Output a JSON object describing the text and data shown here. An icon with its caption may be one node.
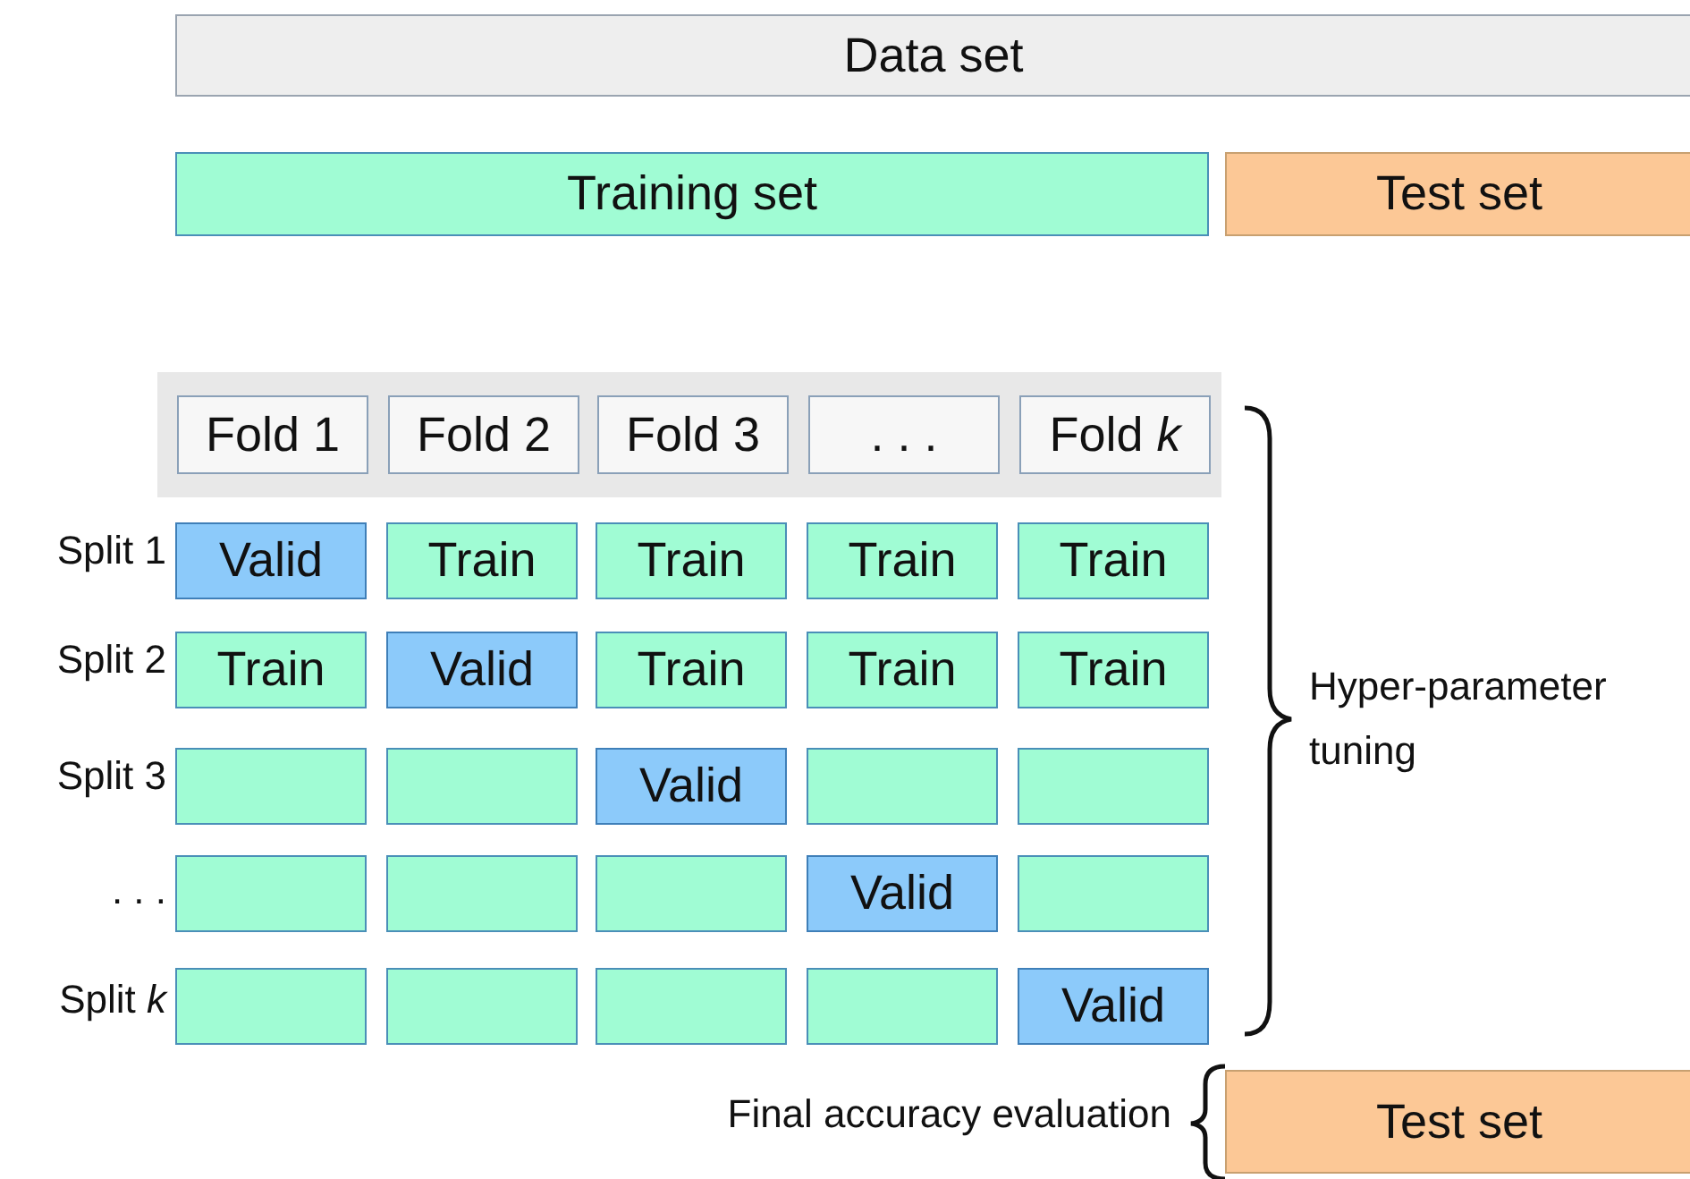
{
  "diagram": {
    "nodes": [
      {
        "text": [
          "Data set"
        ]
      },
      {
        "text": [
          "Training set"
        ]
      },
      {
        "text": [
          "Test set"
        ]
      },
      {
        "text": [],
        "shape": "box"
      },
      {
        "text": [
          "Fold 1"
        ],
        "in": 3
      },
      {
        "text": [
          "Fold 2"
        ],
        "in": 3
      },
      {
        "text": [
          "Fold 3"
        ],
        "in": 3
      },
      {
        "text": [
          ". . ."
        ],
        "in": 3
      },
      {
        "text": [
          "Fold *k*"
        ],
        "in": 3
      },
      {
        "text": [
          "Valid"
        ]
      },
      {
        "text": [
          "Train"
        ]
      },
      {
        "text": [
          "Train"
        ]
      },
      {
        "text": [
          "Train"
        ]
      },
      {
        "text": [
          "Train"
        ]
      },
      {
        "text": [
          "Train"
        ]
      },
      {
        "text": [
          "Valid"
        ]
      },
      {
        "text": [
          "Train"
        ]
      },
      {
        "text": [
          "Train"
        ]
      },
      {
        "text": [
          "Train"
        ]
      },
      {
        "text": [],
        "shape": "box"
      },
      {
        "text": [],
        "shape": "box"
      },
      {
        "text": [
          "Valid"
        ]
      },
      {
        "text": [],
        "shape": "box"
      },
      {
        "text": [],
        "shape": "box"
      },
      {
        "text": [],
        "shape": "box"
      },
      {
        "text": [],
        "shape": "box"
      },
      {
        "text": [],
        "shape": "box"
      },
      {
        "text": [
          "Valid"
        ]
      },
      {
        "text": [],
        "shape": "box"
      },
      {
        "text": [],
        "shape": "box"
      },
      {
        "text": [],
        "shape": "box"
      },
      {
        "text": [],
        "shape": "box"
      },
      {
        "text": [],
        "shape": "box"
      },
      {
        "text": [
          "Valid"
        ]
      },
      {
        "text": [
          "Test set"
        ]
      }
    ],
    "edges": [],
    "labels": [
      "Split 1",
      "Split 2",
      "Split 3",
      ". . .",
      "Split *k*",
      "Hyper-parameter tuning",
      "Final accuracy evaluation"
    ]
  }
}
